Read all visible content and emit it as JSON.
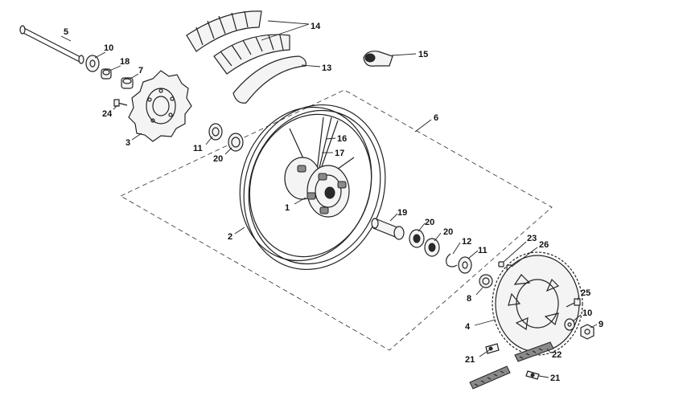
{
  "callouts": {
    "c1": "1",
    "c2": "2",
    "c3": "3",
    "c4": "4",
    "c5": "5",
    "c6": "6",
    "c7": "7",
    "c8": "8",
    "c9": "9",
    "c10a": "10",
    "c10b": "10",
    "c11a": "11",
    "c11b": "11",
    "c12": "12",
    "c13": "13",
    "c14": "14",
    "c15": "15",
    "c16": "16",
    "c17": "17",
    "c18": "18",
    "c19": "19",
    "c20a": "20",
    "c20b": "20",
    "c20c": "20",
    "c21a": "21",
    "c21b": "21",
    "c22": "22",
    "c23": "23",
    "c24": "24",
    "c25": "25",
    "c26": "26"
  }
}
